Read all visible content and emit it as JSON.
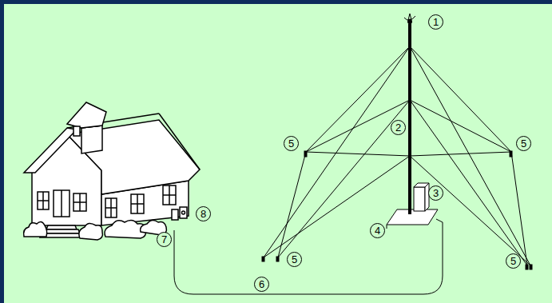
{
  "diagram": {
    "labels": [
      "1",
      "5",
      "2",
      "5",
      "3",
      "4",
      "8",
      "7",
      "5",
      "5",
      "6"
    ]
  }
}
